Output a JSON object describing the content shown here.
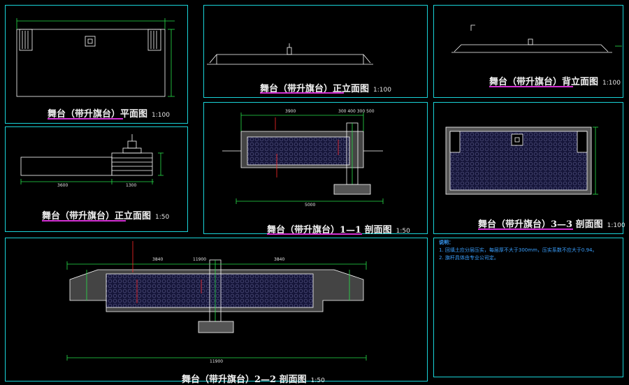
{
  "colors": {
    "background": "#000000",
    "frame": "#19d3d8",
    "line": "#ffffff",
    "dim": "#27e04a",
    "underline": "#d430d4",
    "fill": "#16163a",
    "notes": "#3aa0ff",
    "red": "#ff2a2a"
  },
  "panels": {
    "plan": {
      "title": "舞台（带升旗台）平面图",
      "scale": "1:100"
    },
    "front_small": {
      "title": "舞台（带升旗台）正立面图",
      "scale": "1:100"
    },
    "back": {
      "title": "舞台（带升旗台）背立面图",
      "scale": "1:100"
    },
    "front_50": {
      "title": "舞台（带升旗台）正立面图",
      "scale": "1:50",
      "dims": [
        "3600",
        "1300"
      ]
    },
    "section11": {
      "title": "舞台（带升旗台）1—1 剖面图",
      "scale": "1:50",
      "dims_top": [
        "3900",
        "300 400 300 500"
      ],
      "dim_bottom": "5000"
    },
    "section33": {
      "title": "舞台（带升旗台）3—3 剖面图",
      "scale": "1:100"
    },
    "section22": {
      "title": "舞台（带升旗台）2—2 剖面图",
      "scale": "1:50",
      "dim_top": "11900",
      "dims_mid": [
        "3840",
        "3840"
      ],
      "dim_bottom": "11900"
    }
  },
  "notes": {
    "heading": "说明：",
    "items": [
      "1. 回填土应分层压实，每层厚不大于300mm，压实系数不应大于0.94。",
      "2. 旗杆具体由专业公司定。"
    ]
  }
}
